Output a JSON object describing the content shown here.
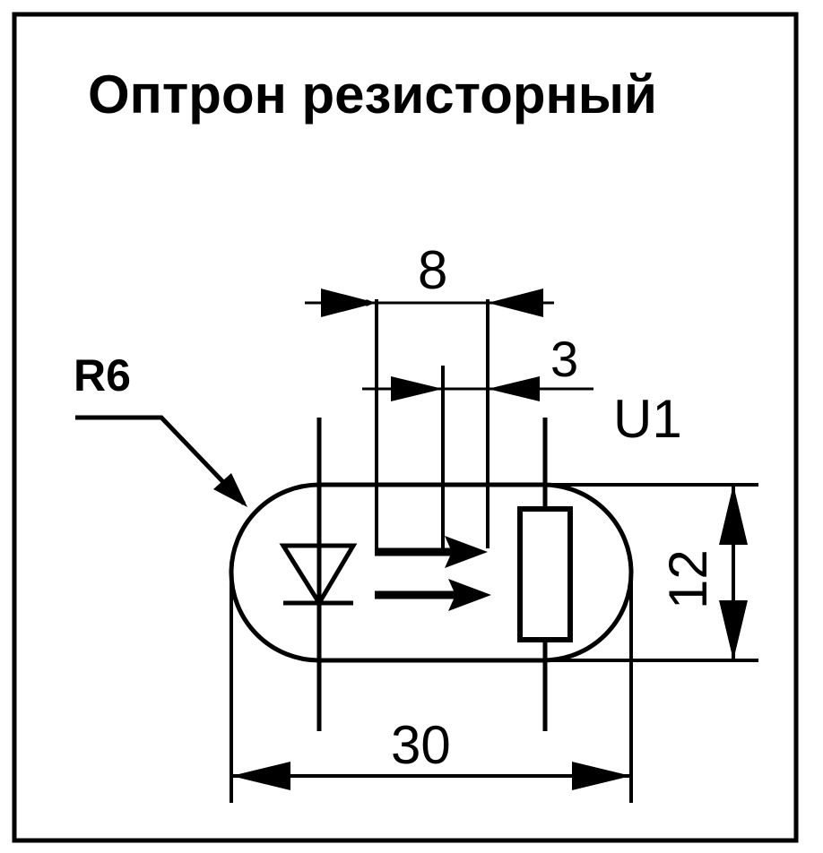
{
  "title": "Оптрон резисторный",
  "labels": {
    "radius": "R6",
    "designator": "U1"
  },
  "dimensions": {
    "pitch": "8",
    "offset": "3",
    "height": "12",
    "length": "30"
  },
  "colors": {
    "ink": "#000000",
    "paper": "#ffffff"
  }
}
